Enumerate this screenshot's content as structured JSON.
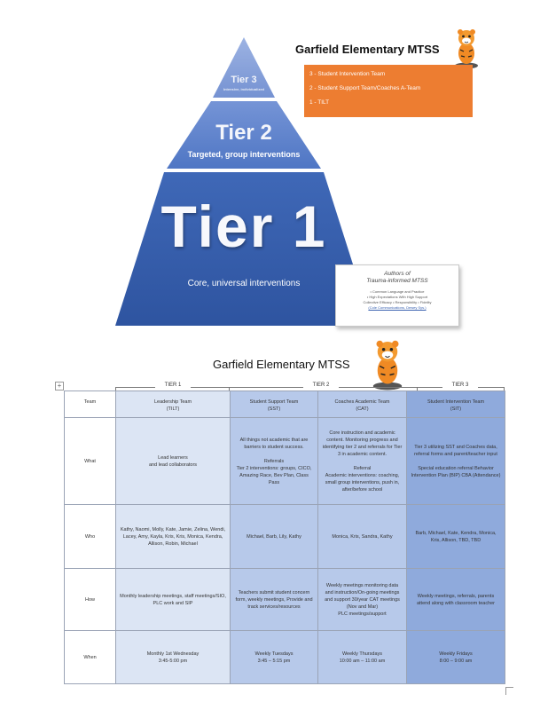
{
  "header": {
    "title": "Garfield Elementary MTSS"
  },
  "legend": {
    "items": [
      "3 - Student Intervention Team",
      "2 - Student Support Team/Coaches A-Team",
      "1 - TILT"
    ]
  },
  "pyramid": {
    "tier3": {
      "title": "Tier 3",
      "desc": "Intensive, individualized"
    },
    "tier2": {
      "title": "Tier 2",
      "desc": "Targeted, group interventions"
    },
    "tier1": {
      "title": "Tier 1",
      "desc": "Core, universal interventions"
    }
  },
  "authors": {
    "title": "Authors of\nTrauma-informed MTSS",
    "lines": [
      "• Common Language and Practice",
      "• High Expectations With High Support",
      "Collective Efficacy • Responsibility • Fidelity",
      "(Cole Communications, Dewey Sys.)"
    ]
  },
  "table": {
    "title": "Garfield Elementary MTSS",
    "tier_labels": [
      "TIER 1",
      "TIER 2",
      "TIER 3"
    ],
    "columns": [
      {
        "name": "Team",
        "sub": ""
      },
      {
        "name": "Leadership Team",
        "sub": "(TILT)"
      },
      {
        "name": "Student Support Team",
        "sub": "(SST)"
      },
      {
        "name": "Coaches Academic Team",
        "sub": "(CAT)"
      },
      {
        "name": "Student Intervention Team",
        "sub": "(SIT)"
      }
    ],
    "rows": [
      {
        "label": "What",
        "cells": [
          "Lead learners\nand lead collaborators",
          "All things not academic that are barriers to student success.\n\nReferrals\nTier 2 interventions: groups, CICO, Amazing Race, Bev Plan, Class Pass",
          "Core instruction and academic content. Monitoring progress and identifying tier 2 and referrals for Tier 3 in academic content.\n\nReferral\nAcademic interventions: coaching, small group interventions, push in, after/before school",
          "Tier 3 utilizing SST and Coaches data, referral forms and parent/teacher input\n\nSpecial education referral Behavior Intervention Plan (BIP) CBA (Attendance)"
        ]
      },
      {
        "label": "Who",
        "cells": [
          "Kathy, Naomi, Molly, Kate, Jamie, Zelina, Wendi, Lacey, Amy, Kayla, Kris, Kris, Monica, Kendra, Allison, Robin, Michael",
          "Michael, Barb, Lily, Kathy",
          "Monica, Kris, Sandra, Kathy",
          "Barb, Michael, Kate, Kendra, Monica, Kris, Allison, TBD, TBD"
        ]
      },
      {
        "label": "How",
        "cells": [
          "Monthly leadership meetings, staff meetings/SIO, PLC work and SIP",
          "Teachers submit student concern form, weekly meetings, Provide and track services/resources",
          "Weekly meetings monitoring data and instruction/On-going meetings and support 30/year CAT meetings (Nov and Mar)\nPLC meetings/support",
          "Weekly meetings, referrals, parents attend along with classroom teacher"
        ]
      },
      {
        "label": "When",
        "cells": [
          "Monthly 1st Wednesday\n3:45-5:00 pm",
          "Weekly Tuesdays\n3:45 – 5:15 pm",
          "Weekly Thursdays\n10:00 am – 11:00 am",
          "Weekly Fridays\n8:00 – 9:00 am"
        ]
      }
    ]
  },
  "colors": {
    "tier3": "#7f9ad6",
    "tier2": "#5c83cc",
    "tier1": "#3a62b0",
    "legend": "#ed7d31",
    "col_leadership": "#dce5f4",
    "col_support": "#b7c9ea",
    "col_intervention": "#8faadc"
  },
  "icons": {
    "mascot": "tiger-mascot-icon"
  }
}
